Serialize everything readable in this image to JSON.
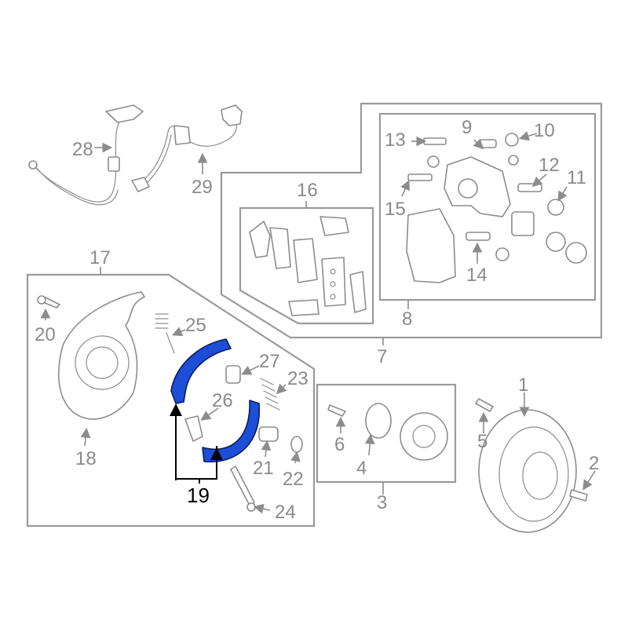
{
  "labels": {
    "p1": "1",
    "p2": "2",
    "p3": "3",
    "p4": "4",
    "p5": "5",
    "p6": "6",
    "p7": "7",
    "p8": "8",
    "p9": "9",
    "p10": "10",
    "p11": "11",
    "p12": "12",
    "p13": "13",
    "p14": "14",
    "p15": "15",
    "p16": "16",
    "p17": "17",
    "p18": "18",
    "p19": "19",
    "p20": "20",
    "p21": "21",
    "p22": "22",
    "p23": "23",
    "p24": "24",
    "p25": "25",
    "p26": "26",
    "p27": "27",
    "p28": "28",
    "p29": "29"
  },
  "highlighted_part": "19",
  "colors": {
    "highlight": "#1d4ed8",
    "line": "#8c8c8c",
    "label": "#8a8a8a"
  }
}
